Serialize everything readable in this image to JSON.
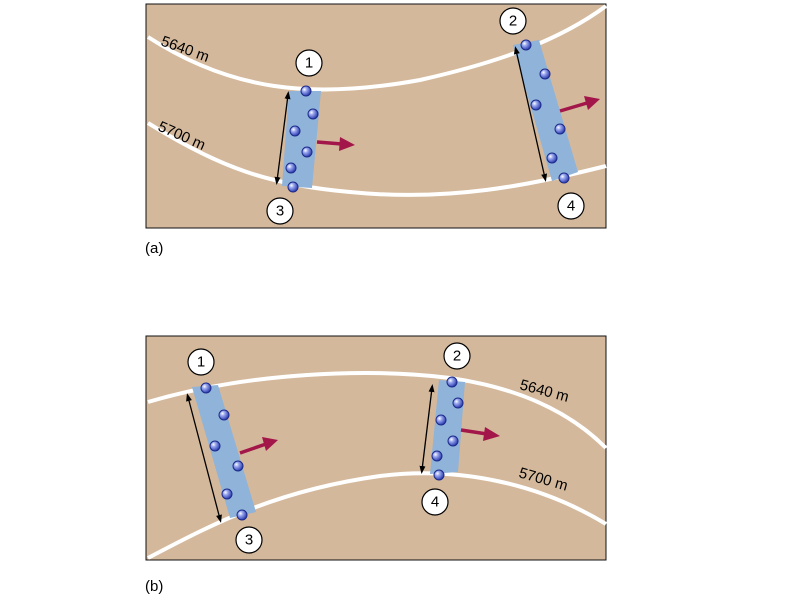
{
  "panel_a": {
    "label": "(a)",
    "contour_upper": "5640 m",
    "contour_lower": "5700 m",
    "points": [
      "1",
      "2",
      "3",
      "4"
    ]
  },
  "panel_b": {
    "label": "(b)",
    "contour_upper": "5640 m",
    "contour_lower": "5700 m",
    "points": [
      "1",
      "2",
      "3",
      "4"
    ]
  },
  "colors": {
    "ground": "#d4b89b",
    "contour_line": "#ffffff",
    "air_column": "#8fb3d9",
    "motion_arrow": "#a3164a",
    "particle": "#5a6fd0"
  }
}
